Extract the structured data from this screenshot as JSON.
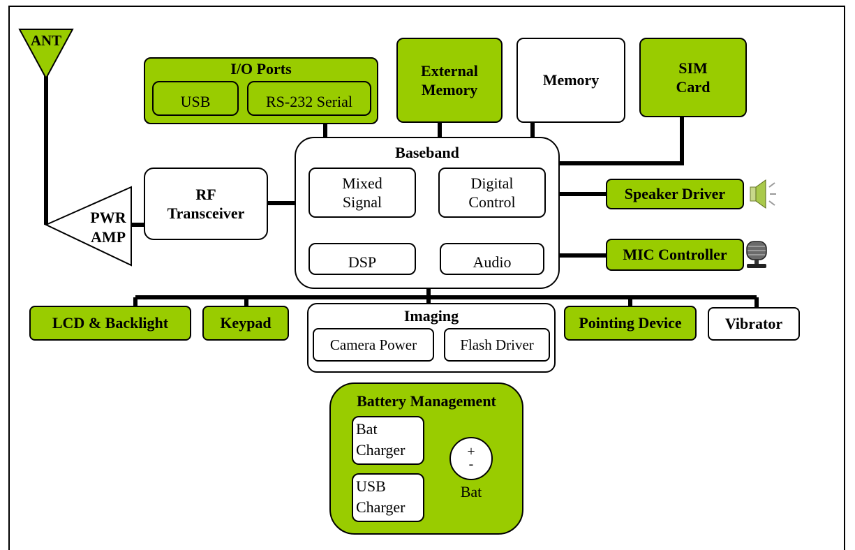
{
  "antenna": {
    "label": "ANT"
  },
  "power_amp": {
    "line1": "PWR",
    "line2": "AMP"
  },
  "io_ports": {
    "title": "I/O Ports",
    "usb": "USB",
    "serial": "RS-232 Serial"
  },
  "external_memory": {
    "line1": "External",
    "line2": "Memory"
  },
  "memory": {
    "label": "Memory"
  },
  "sim_card": {
    "line1": "SIM",
    "line2": "Card"
  },
  "rf_transceiver": {
    "line1": "RF",
    "line2": "Transceiver"
  },
  "baseband": {
    "title": "Baseband",
    "mixed_signal": {
      "line1": "Mixed",
      "line2": "Signal"
    },
    "digital_control": {
      "line1": "Digital",
      "line2": "Control"
    },
    "dsp": "DSP",
    "audio": "Audio"
  },
  "speaker_driver": {
    "label": "Speaker Driver",
    "icon": "speaker-icon"
  },
  "mic_controller": {
    "label": "MIC Controller",
    "icon": "microphone-icon"
  },
  "lcd_backlight": {
    "label": "LCD & Backlight"
  },
  "keypad": {
    "label": "Keypad"
  },
  "imaging": {
    "title": "Imaging",
    "camera_power": "Camera Power",
    "flash_driver": "Flash Driver"
  },
  "pointing_device": {
    "label": "Pointing Device"
  },
  "vibrator": {
    "label": "Vibrator"
  },
  "battery_management": {
    "title": "Battery Management",
    "bat_charger": {
      "line1": "Bat",
      "line2": "Charger"
    },
    "usb_charger": {
      "line1": "USB",
      "line2": "Charger"
    },
    "battery": {
      "plus": "+",
      "minus": "-",
      "label": "Bat"
    }
  },
  "colors": {
    "accent_green": "#99cc00",
    "outline": "#000000",
    "background": "#ffffff"
  }
}
